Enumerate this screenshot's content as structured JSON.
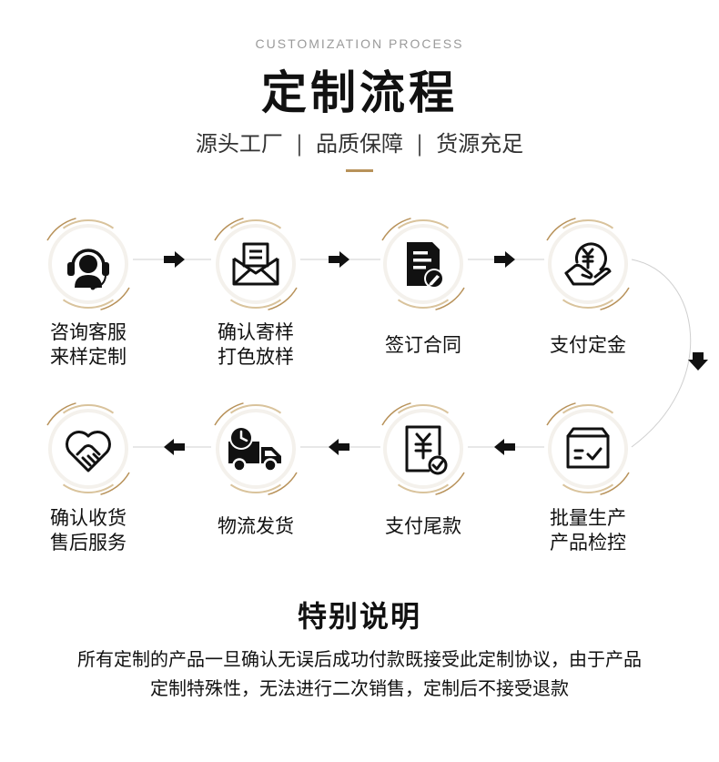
{
  "header": {
    "eyebrow": "CUSTOMIZATION PROCESS",
    "title": "定制流程",
    "tagline": [
      "源头工厂",
      "品质保障",
      "货源充足"
    ],
    "separator": "|"
  },
  "steps": [
    {
      "lines": [
        "咨询客服",
        "来样定制"
      ],
      "icon": "customer-service-headset-icon"
    },
    {
      "lines": [
        "确认寄样",
        "打色放样"
      ],
      "icon": "envelope-icon"
    },
    {
      "lines": [
        "签订合同"
      ],
      "icon": "contract-document-icon"
    },
    {
      "lines": [
        "支付定金"
      ],
      "icon": "yen-hand-icon"
    },
    {
      "lines": [
        "批量生产",
        "产品检控"
      ],
      "icon": "box-check-icon"
    },
    {
      "lines": [
        "支付尾款"
      ],
      "icon": "yen-receipt-check-icon"
    },
    {
      "lines": [
        "物流发货"
      ],
      "icon": "delivery-truck-icon"
    },
    {
      "lines": [
        "确认收货",
        "售后服务"
      ],
      "icon": "handshake-heart-icon"
    }
  ],
  "note": {
    "title": "特别说明",
    "lines": [
      "所有定制的产品一旦确认无误后成功付款既接受此定制协议，由于产品",
      "定制特殊性，无法进行二次销售，定制后不接受退款"
    ]
  },
  "colors": {
    "accent": "#b8925a",
    "ring": "#d9c39c",
    "icon": "#111111"
  }
}
